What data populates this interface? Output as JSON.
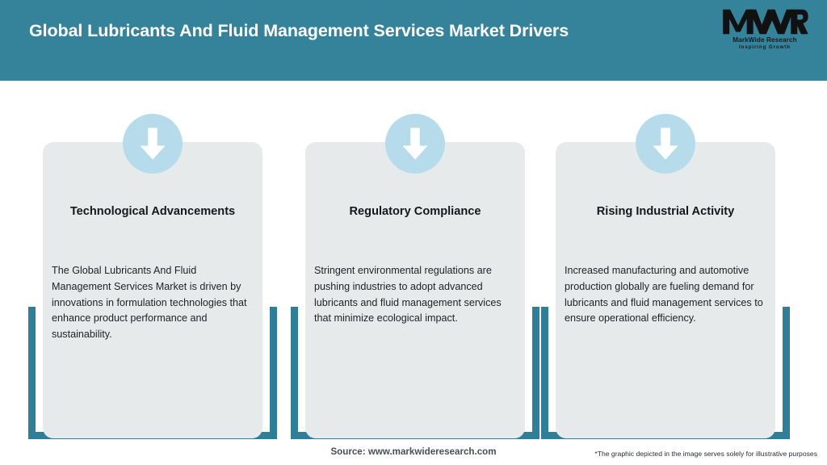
{
  "header": {
    "title": "Global Lubricants And Fluid Management Services Market Drivers",
    "background_color": "#34839a",
    "title_color": "#ffffff",
    "logo": {
      "mark": "MWR",
      "name": "MarkWide Research",
      "tagline": "Inspiring Growth"
    }
  },
  "theme": {
    "accent_teal": "#2e7f97",
    "card_background": "#e7eaeb",
    "badge_circle": "#b6dcec",
    "arrow_color": "#ffffff",
    "page_background": "#ffffff"
  },
  "cards": [
    {
      "icon": "down-arrow-icon",
      "title": "Technological Advancements",
      "body": "The Global Lubricants And Fluid Management Services Market is driven by innovations in formulation technologies that enhance product performance and sustainability."
    },
    {
      "icon": "down-arrow-icon",
      "title": "Regulatory Compliance",
      "body": "Stringent environmental regulations are pushing industries to adopt advanced lubricants and fluid management services that minimize ecological impact."
    },
    {
      "icon": "down-arrow-icon",
      "title": "Rising Industrial Activity",
      "body": "Increased manufacturing and automotive production globally are fueling demand for lubricants and fluid management services to ensure operational efficiency."
    }
  ],
  "footer": {
    "source": "Source: www.markwideresearch.com",
    "disclaimer": "*The graphic depicted in the image serves solely for illustrative purposes"
  }
}
